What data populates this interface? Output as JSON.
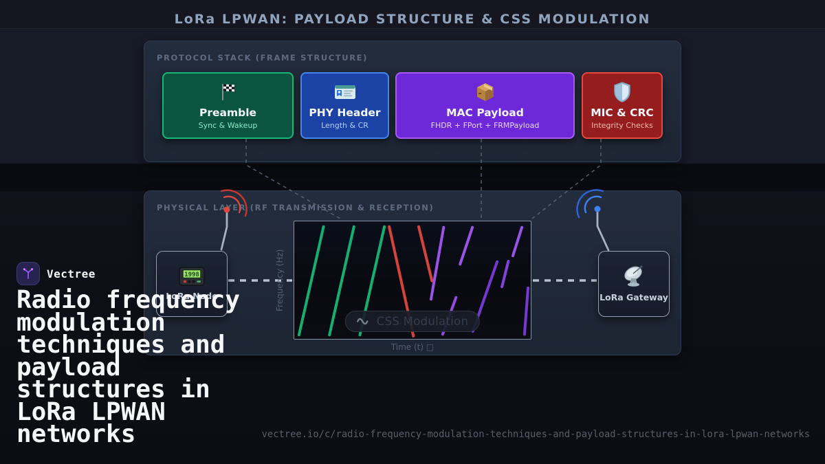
{
  "page": {
    "title": "LoRa LPWAN: PAYLOAD STRUCTURE & CSS MODULATION",
    "footer_url": "vectree.io/c/radio-frequency-modulation-techniques-and-payload-structures-in-lora-lpwan-networks"
  },
  "brand": {
    "name": "Vectree",
    "logo_icon": "vectree-branch-icon",
    "headline_lines": [
      "Radio frequency",
      "modulation",
      "techniques and",
      "payload",
      "structures in",
      "LoRa LPWAN",
      "networks"
    ]
  },
  "protocol_stack": {
    "header": "PROTOCOL STACK (FRAME STRUCTURE)",
    "boxes": [
      {
        "title": "Preamble",
        "subtitle": "Sync & Wakeup",
        "icon": "checkered-flag-icon",
        "bg": "#0a5440",
        "border": "#15b877",
        "subtitle_color": "#8ee8c4"
      },
      {
        "title": "PHY Header",
        "subtitle": "Length & CR",
        "icon": "id-card-icon",
        "bg": "#1d42a6",
        "border": "#4285f4",
        "subtitle_color": "#b3cdf8"
      },
      {
        "title": "MAC Payload",
        "subtitle": "FHDR + FPort + FRMPayload",
        "icon": "package-icon",
        "bg": "#6d28d9",
        "border": "#a75af5",
        "subtitle_color": "#e4d7fb"
      },
      {
        "title": "MIC & CRC",
        "subtitle": "Integrity Checks",
        "icon": "shield-icon",
        "bg": "#951d1d",
        "border": "#e8483c",
        "subtitle_color": "#f2b7b0"
      }
    ]
  },
  "physical_layer": {
    "header": "PHYSICAL LAYER (RF TRANSMISSION & RECEPTION)",
    "end_node": {
      "label": "LoRa Node",
      "icon": "pager-icon",
      "lcd_text": "1998",
      "antenna_color": "#dc4840"
    },
    "gateway": {
      "label": "LoRa Gateway",
      "icon": "satellite-dish-icon",
      "antenna_color": "#3f82f6"
    },
    "badge": {
      "label": "CSS Modulation",
      "icon": "wave-icon"
    },
    "axis": {
      "y": "Frequency (Hz)",
      "x": "Time (t) □"
    }
  },
  "chart_data": {
    "type": "line",
    "title": "CSS Modulation",
    "xlabel": "Time (t)",
    "ylabel": "Frequency (Hz)",
    "legend": "none",
    "grid": false,
    "axis_ranges": {
      "x": [
        0,
        1
      ],
      "y": [
        0,
        1
      ]
    },
    "description": "LoRa chirp spread spectrum symbols: three green up-chirps (preamble), red down-chirps (sync), purple data chirps with frequency wrap-around",
    "segments": [
      {
        "x1": 0.02,
        "y1": 0.955,
        "x2": 0.123,
        "y2": 0.045,
        "color": "#17b877",
        "group": "up-chirp"
      },
      {
        "x1": 0.148,
        "y1": 0.955,
        "x2": 0.251,
        "y2": 0.045,
        "color": "#17b877",
        "group": "up-chirp"
      },
      {
        "x1": 0.276,
        "y1": 0.955,
        "x2": 0.379,
        "y2": 0.045,
        "color": "#17b877",
        "group": "up-chirp"
      },
      {
        "x1": 0.399,
        "y1": 0.045,
        "x2": 0.501,
        "y2": 0.965,
        "color": "#e0473d",
        "group": "down-chirp"
      },
      {
        "x1": 0.523,
        "y1": 0.045,
        "x2": 0.579,
        "y2": 0.5,
        "color": "#e0473d",
        "group": "down-chirp"
      },
      {
        "x1": 0.575,
        "y1": 0.655,
        "x2": 0.628,
        "y2": 0.05,
        "color": "#a257f0",
        "group": "data-chirp"
      },
      {
        "x1": 0.624,
        "y1": 0.95,
        "x2": 0.68,
        "y2": 0.64,
        "color": "#9b4ee8",
        "group": "data-chirp"
      },
      {
        "x1": 0.697,
        "y1": 0.36,
        "x2": 0.749,
        "y2": 0.05,
        "color": "#a257f0",
        "group": "data-chirp"
      },
      {
        "x1": 0.751,
        "y1": 0.925,
        "x2": 0.853,
        "y2": 0.34,
        "color": "#7b3bdb",
        "group": "data-chirp"
      },
      {
        "x1": 0.873,
        "y1": 0.55,
        "x2": 0.9,
        "y2": 0.335,
        "color": "#8a46e4",
        "group": "data-chirp"
      },
      {
        "x1": 0.919,
        "y1": 0.29,
        "x2": 0.957,
        "y2": 0.05,
        "color": "#a257f0",
        "group": "data-chirp"
      },
      {
        "x1": 0.968,
        "y1": 0.95,
        "x2": 0.983,
        "y2": 0.56,
        "color": "#7b3bdb",
        "group": "data-chirp"
      }
    ]
  }
}
